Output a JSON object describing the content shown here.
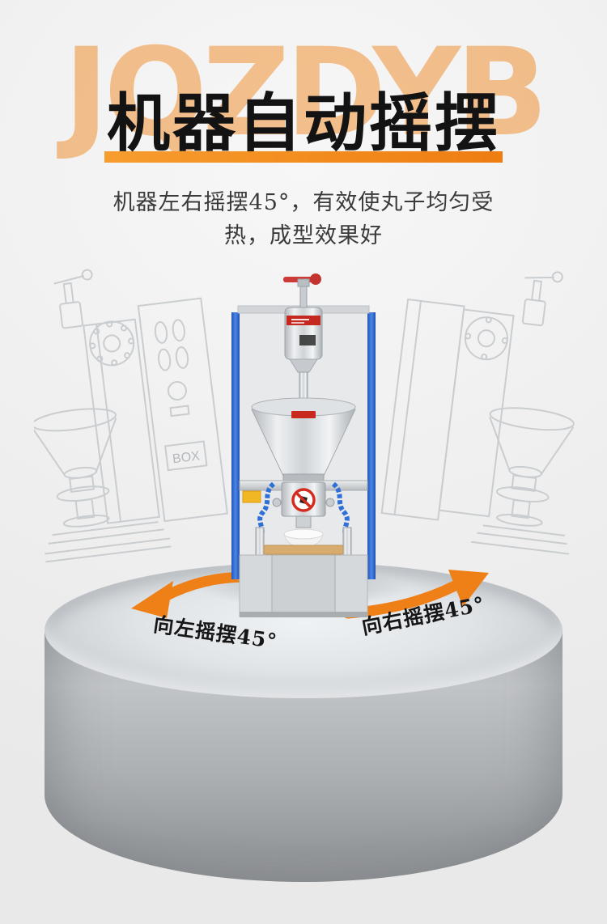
{
  "watermark": "JQZDYB",
  "header": {
    "title": "机器自动摇摆",
    "subtitle_line1": "机器左右摇摆45°，有效使丸子均匀受",
    "subtitle_line2": "热，成型效果好"
  },
  "swing": {
    "left_label": "向左摇摆45°",
    "right_label": "向右摇摆45°"
  },
  "sketch": {
    "box_label": "BOX"
  },
  "colors": {
    "accent_orange": "#ee7d12",
    "watermark_orange": "#f0973f",
    "machine_blue": "#2f6fd8",
    "warning_red": "#d42b1f",
    "caution_yellow": "#f2b724",
    "title_black": "#131313",
    "platform_gray": "#a7abae",
    "background_gray": "#efefef"
  }
}
